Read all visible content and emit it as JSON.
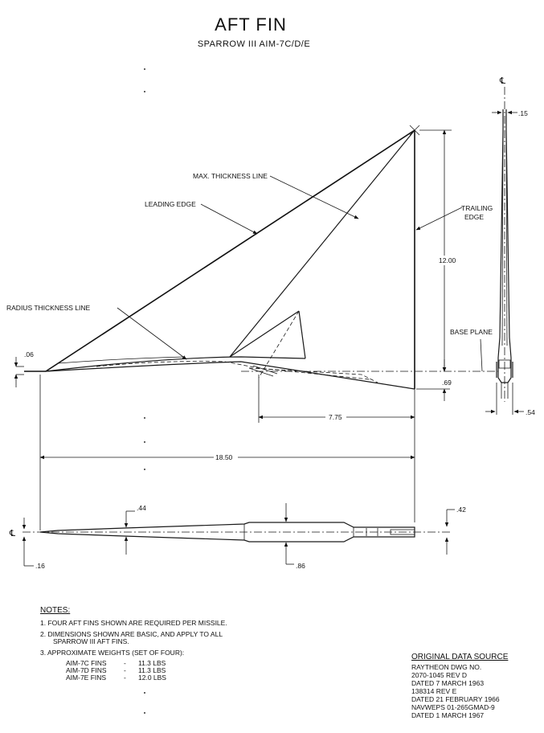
{
  "title": "AFT FIN",
  "subtitle": "SPARROW III AIM-7C/D/E",
  "labels": {
    "max_thickness_line": "MAX. THICKNESS LINE",
    "leading_edge": "LEADING EDGE",
    "trailing_edge_1": "TRAILING",
    "trailing_edge_2": "EDGE",
    "radius_thickness_line": "RADIUS THICKNESS LINE",
    "base_plane": "BASE PLANE",
    "centerline_top": "℄",
    "centerline_side": "℄"
  },
  "dimensions": {
    "d_06": ".06",
    "d_12_00": "12.00",
    "d_69": ".69",
    "d_7_75": "7.75",
    "d_18_50": "18.50",
    "d_15": ".15",
    "d_54": ".54",
    "d_44": ".44",
    "d_42": ".42",
    "d_16": ".16",
    "d_86": ".86"
  },
  "notes": {
    "heading": "NOTES:",
    "n1": "1. FOUR AFT FINS SHOWN ARE REQUIRED PER MISSILE.",
    "n2a": "2. DIMENSIONS SHOWN ARE BASIC, AND APPLY TO ALL",
    "n2b": "SPARROW III AFT FINS.",
    "n3": "3. APPROXIMATE WEIGHTS (SET OF FOUR):",
    "weights": [
      {
        "model": "AIM-7C FINS",
        "sep": "-",
        "value": "11.3 LBS"
      },
      {
        "model": "AIM-7D FINS",
        "sep": "-",
        "value": "11.3 LBS"
      },
      {
        "model": "AIM-7E FINS",
        "sep": "-",
        "value": "12.0 LBS"
      }
    ]
  },
  "source": {
    "heading": "ORIGINAL DATA SOURCE",
    "lines": [
      "RAYTHEON DWG NO.",
      "2070-1045 REV D",
      "DATED 7 MARCH 1963",
      "138314 REV E",
      "DATED 21 FEBRUARY 1966",
      "NAVWEPS 01-265GMAD-9",
      "DATED 1 MARCH 1967"
    ]
  }
}
